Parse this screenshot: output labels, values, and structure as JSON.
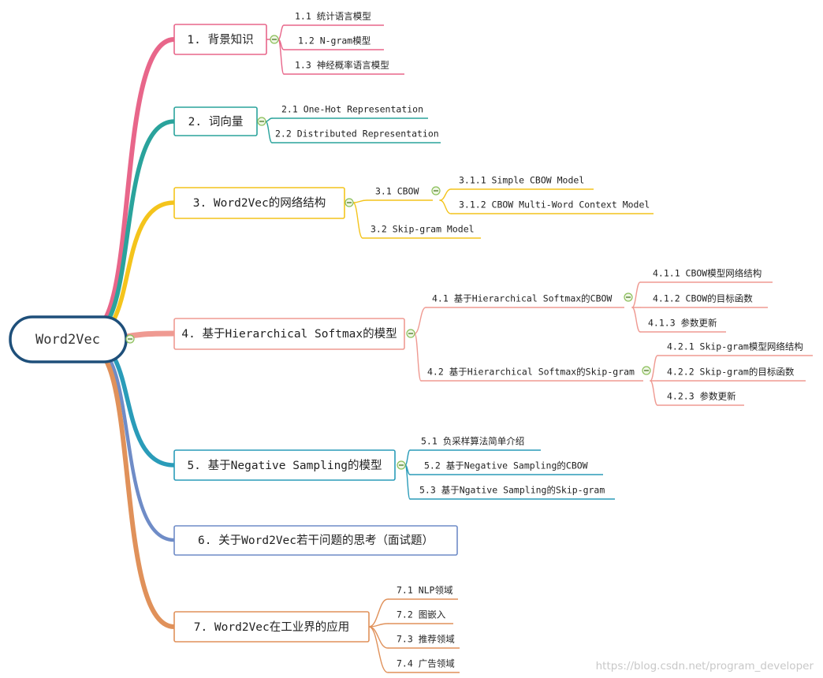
{
  "root": {
    "label": "Word2Vec",
    "color": "#1e4f7a"
  },
  "branches": [
    {
      "id": "b1",
      "label": "1. 背景知识",
      "color": "#e8668a",
      "children": [
        {
          "label": "1.1 统计语言模型",
          "color": "#e8668a"
        },
        {
          "label": "1.2 N-gram模型",
          "color": "#e8668a"
        },
        {
          "label": "1.3 神经概率语言模型",
          "color": "#e8668a"
        }
      ]
    },
    {
      "id": "b2",
      "label": "2. 词向量",
      "color": "#2aa39c",
      "children": [
        {
          "label": "2.1 One-Hot Representation",
          "color": "#2aa39c"
        },
        {
          "label": "2.2 Distributed Representation",
          "color": "#2aa39c"
        }
      ]
    },
    {
      "id": "b3",
      "label": "3. Word2Vec的网络结构",
      "color": "#f4c41c",
      "children": [
        {
          "label": "3.1 CBOW",
          "color": "#f4c41c",
          "children": [
            {
              "label": "3.1.1 Simple CBOW Model",
              "color": "#f4c41c"
            },
            {
              "label": "3.1.2 CBOW Multi-Word Context Model",
              "color": "#f4c41c"
            }
          ]
        },
        {
          "label": "3.2 Skip-gram Model",
          "color": "#f4c41c"
        }
      ]
    },
    {
      "id": "b4",
      "label": "4. 基于Hierarchical Softmax的模型",
      "color": "#ef9a92",
      "children": [
        {
          "label": "4.1 基于Hierarchical Softmax的CBOW",
          "color": "#ef9a92",
          "children": [
            {
              "label": "4.1.1 CBOW模型网络结构",
              "color": "#ef9a92"
            },
            {
              "label": "4.1.2 CBOW的目标函数",
              "color": "#ef9a92"
            },
            {
              "label": "4.1.3 参数更新",
              "color": "#ef9a92"
            }
          ]
        },
        {
          "label": "4.2 基于Hierarchical Softmax的Skip-gram",
          "color": "#ef9a92",
          "children": [
            {
              "label": "4.2.1 Skip-gram模型网络结构",
              "color": "#ef9a92"
            },
            {
              "label": "4.2.2 Skip-gram的目标函数",
              "color": "#ef9a92"
            },
            {
              "label": "4.2.3 参数更新",
              "color": "#ef9a92"
            }
          ]
        }
      ]
    },
    {
      "id": "b5",
      "label": "5. 基于Negative Sampling的模型",
      "color": "#2a9cb9",
      "children": [
        {
          "label": "5.1 负采样算法简单介绍",
          "color": "#2a9cb9"
        },
        {
          "label": "5.2 基于Negative Sampling的CBOW",
          "color": "#2a9cb9"
        },
        {
          "label": "5.3 基于Ngative Sampling的Skip-gram",
          "color": "#2a9cb9"
        }
      ]
    },
    {
      "id": "b6",
      "label": "6. 关于Word2Vec若干问题的思考（面试题）",
      "color": "#6f8cc7",
      "children": []
    },
    {
      "id": "b7",
      "label": "7. Word2Vec在工业界的应用",
      "color": "#e0915a",
      "children": [
        {
          "label": "7.1 NLP领域",
          "color": "#e0915a"
        },
        {
          "label": "7.2 图嵌入",
          "color": "#e0915a"
        },
        {
          "label": "7.3 推荐领域",
          "color": "#e0915a"
        },
        {
          "label": "7.4 广告领域",
          "color": "#e0915a"
        }
      ]
    }
  ],
  "watermark": "https://blog.csdn.net/program_developer",
  "collapse_toggle_color": "#8bbf5a"
}
